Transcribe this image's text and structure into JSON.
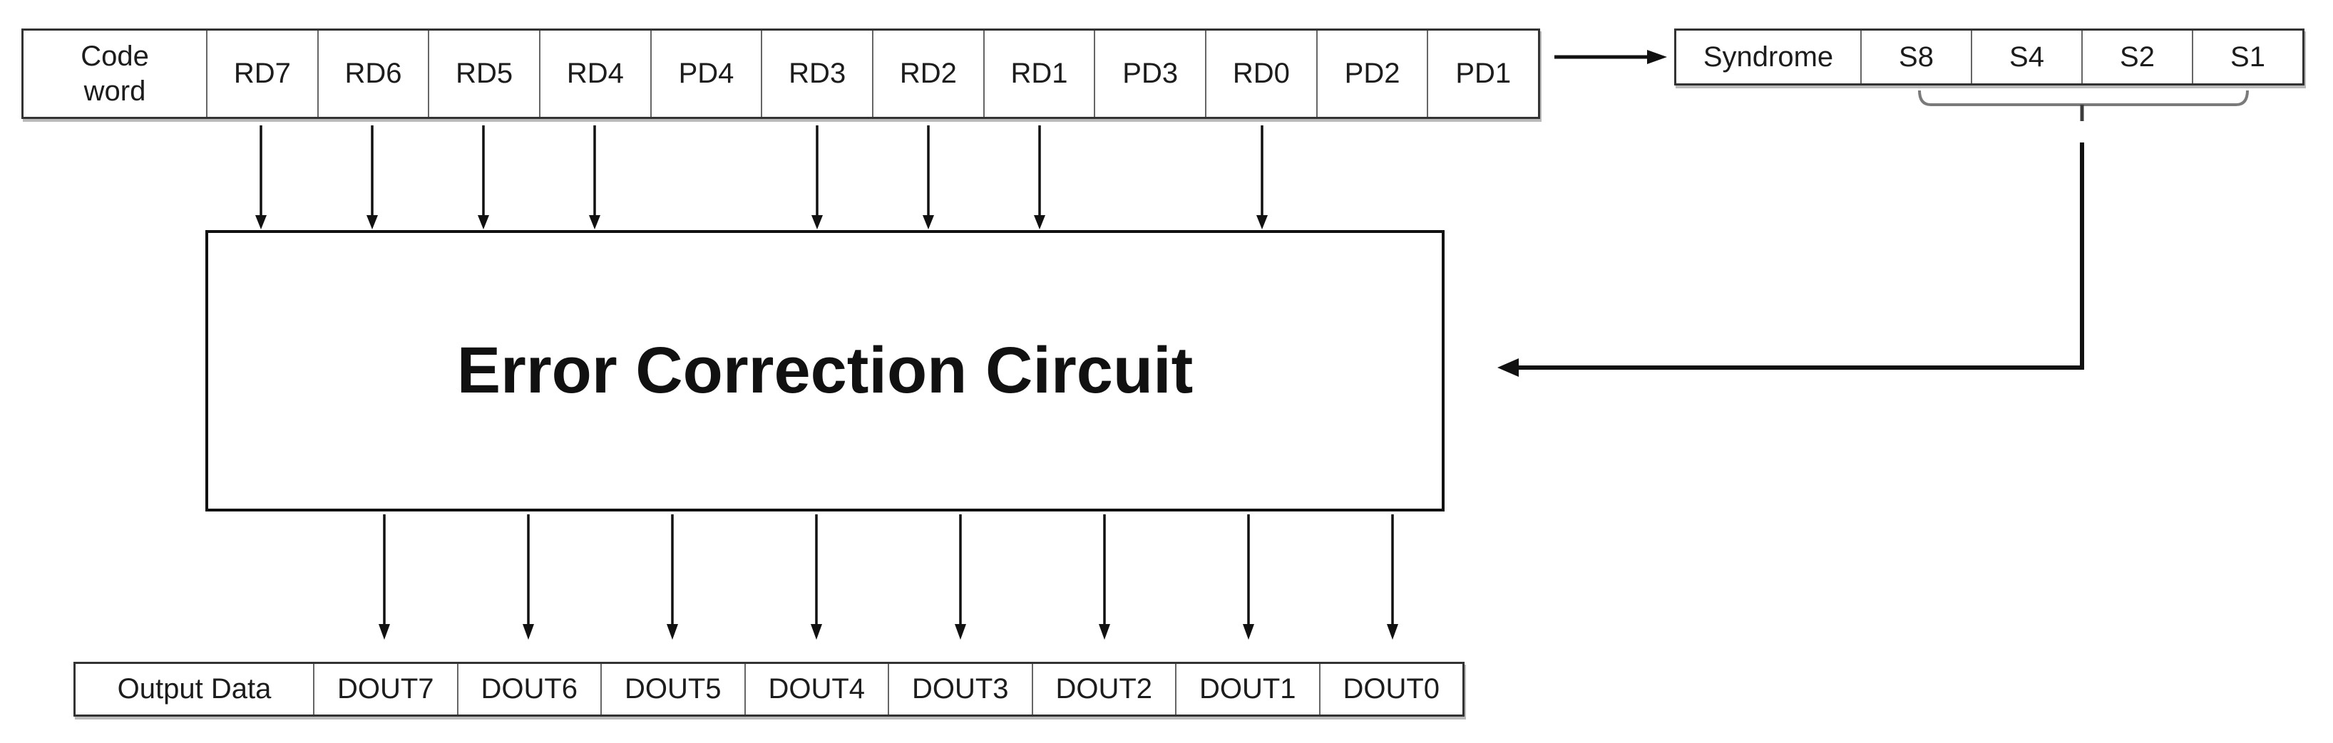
{
  "colors": {
    "background": "#ffffff",
    "line": "#111111",
    "brace": "#7a7a7a",
    "table_border": "#333333",
    "cell_divider": "#666666",
    "text": "#1c1c1c"
  },
  "codeword_table": {
    "header": "Code word",
    "cells": [
      "RD7",
      "RD6",
      "RD5",
      "RD4",
      "PD4",
      "RD3",
      "RD2",
      "RD1",
      "PD3",
      "RD0",
      "PD2",
      "PD1"
    ]
  },
  "syndrome_table": {
    "header": "Syndrome",
    "cells": [
      "S8",
      "S4",
      "S2",
      "S1"
    ]
  },
  "ecc_box": {
    "label": "Error Correction Circuit"
  },
  "output_table": {
    "header": "Output Data",
    "cells": [
      "DOUT7",
      "DOUT6",
      "DOUT5",
      "DOUT4",
      "DOUT3",
      "DOUT2",
      "DOUT1",
      "DOUT0"
    ]
  }
}
